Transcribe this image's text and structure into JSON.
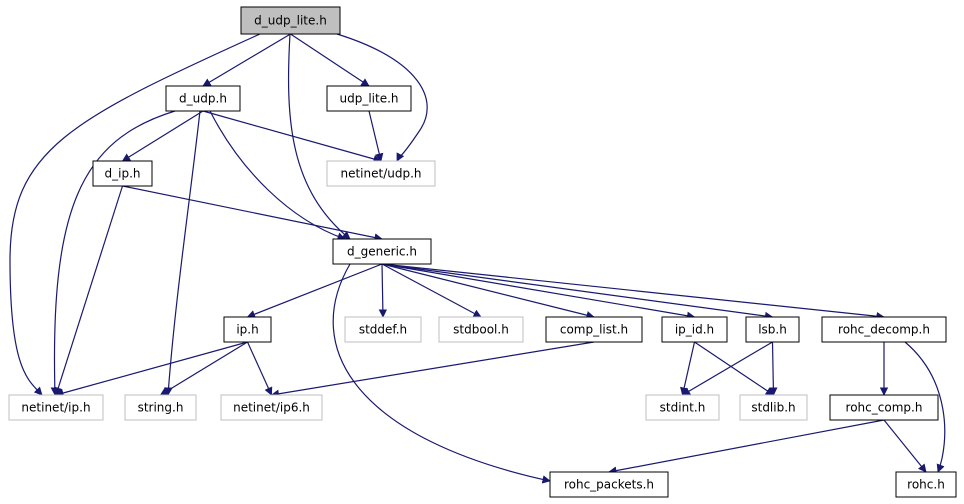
{
  "nodes": [
    {
      "id": "d_udp_lite",
      "label": "d_udp_lite.h",
      "kind": "root"
    },
    {
      "id": "d_udp",
      "label": "d_udp.h",
      "kind": "local"
    },
    {
      "id": "udp_lite",
      "label": "udp_lite.h",
      "kind": "local"
    },
    {
      "id": "netinet_udp",
      "label": "netinet/udp.h",
      "kind": "system"
    },
    {
      "id": "d_ip",
      "label": "d_ip.h",
      "kind": "local"
    },
    {
      "id": "d_generic",
      "label": "d_generic.h",
      "kind": "local"
    },
    {
      "id": "ip",
      "label": "ip.h",
      "kind": "local"
    },
    {
      "id": "stddef",
      "label": "stddef.h",
      "kind": "system"
    },
    {
      "id": "stdbool",
      "label": "stdbool.h",
      "kind": "system"
    },
    {
      "id": "comp_list",
      "label": "comp_list.h",
      "kind": "local"
    },
    {
      "id": "ip_id",
      "label": "ip_id.h",
      "kind": "local"
    },
    {
      "id": "lsb",
      "label": "lsb.h",
      "kind": "local"
    },
    {
      "id": "rohc_decomp",
      "label": "rohc_decomp.h",
      "kind": "local"
    },
    {
      "id": "netinet_ip",
      "label": "netinet/ip.h",
      "kind": "system"
    },
    {
      "id": "string",
      "label": "string.h",
      "kind": "system"
    },
    {
      "id": "netinet_ip6",
      "label": "netinet/ip6.h",
      "kind": "system"
    },
    {
      "id": "stdint",
      "label": "stdint.h",
      "kind": "system"
    },
    {
      "id": "stdlib",
      "label": "stdlib.h",
      "kind": "system"
    },
    {
      "id": "rohc_comp",
      "label": "rohc_comp.h",
      "kind": "local"
    },
    {
      "id": "rohc_packets",
      "label": "rohc_packets.h",
      "kind": "local"
    },
    {
      "id": "rohc",
      "label": "rohc.h",
      "kind": "local"
    }
  ],
  "edges": [
    {
      "from": "d_udp_lite",
      "to": "d_udp"
    },
    {
      "from": "d_udp_lite",
      "to": "udp_lite"
    },
    {
      "from": "d_udp_lite",
      "to": "netinet_udp"
    },
    {
      "from": "d_udp_lite",
      "to": "d_generic"
    },
    {
      "from": "d_udp_lite",
      "to": "netinet_ip"
    },
    {
      "from": "d_udp",
      "to": "d_ip"
    },
    {
      "from": "d_udp",
      "to": "netinet_udp"
    },
    {
      "from": "d_udp",
      "to": "d_generic"
    },
    {
      "from": "d_udp",
      "to": "netinet_ip"
    },
    {
      "from": "d_udp",
      "to": "string"
    },
    {
      "from": "udp_lite",
      "to": "netinet_udp"
    },
    {
      "from": "d_ip",
      "to": "d_generic"
    },
    {
      "from": "d_ip",
      "to": "netinet_ip"
    },
    {
      "from": "d_generic",
      "to": "ip"
    },
    {
      "from": "d_generic",
      "to": "stddef"
    },
    {
      "from": "d_generic",
      "to": "stdbool"
    },
    {
      "from": "d_generic",
      "to": "comp_list"
    },
    {
      "from": "d_generic",
      "to": "ip_id"
    },
    {
      "from": "d_generic",
      "to": "lsb"
    },
    {
      "from": "d_generic",
      "to": "rohc_decomp"
    },
    {
      "from": "d_generic",
      "to": "rohc_packets"
    },
    {
      "from": "ip",
      "to": "netinet_ip"
    },
    {
      "from": "ip",
      "to": "string"
    },
    {
      "from": "ip",
      "to": "netinet_ip6"
    },
    {
      "from": "comp_list",
      "to": "netinet_ip6"
    },
    {
      "from": "ip_id",
      "to": "stdint"
    },
    {
      "from": "ip_id",
      "to": "stdlib"
    },
    {
      "from": "lsb",
      "to": "stdint"
    },
    {
      "from": "lsb",
      "to": "stdlib"
    },
    {
      "from": "rohc_decomp",
      "to": "rohc_comp"
    },
    {
      "from": "rohc_decomp",
      "to": "rohc"
    },
    {
      "from": "rohc_comp",
      "to": "rohc_packets"
    },
    {
      "from": "rohc_comp",
      "to": "rohc"
    }
  ],
  "colors": {
    "edge": "#191970",
    "root_fill": "#bfbfbf",
    "local_border": "#000000",
    "system_border": "#bfbfbf",
    "fill": "#ffffff"
  }
}
